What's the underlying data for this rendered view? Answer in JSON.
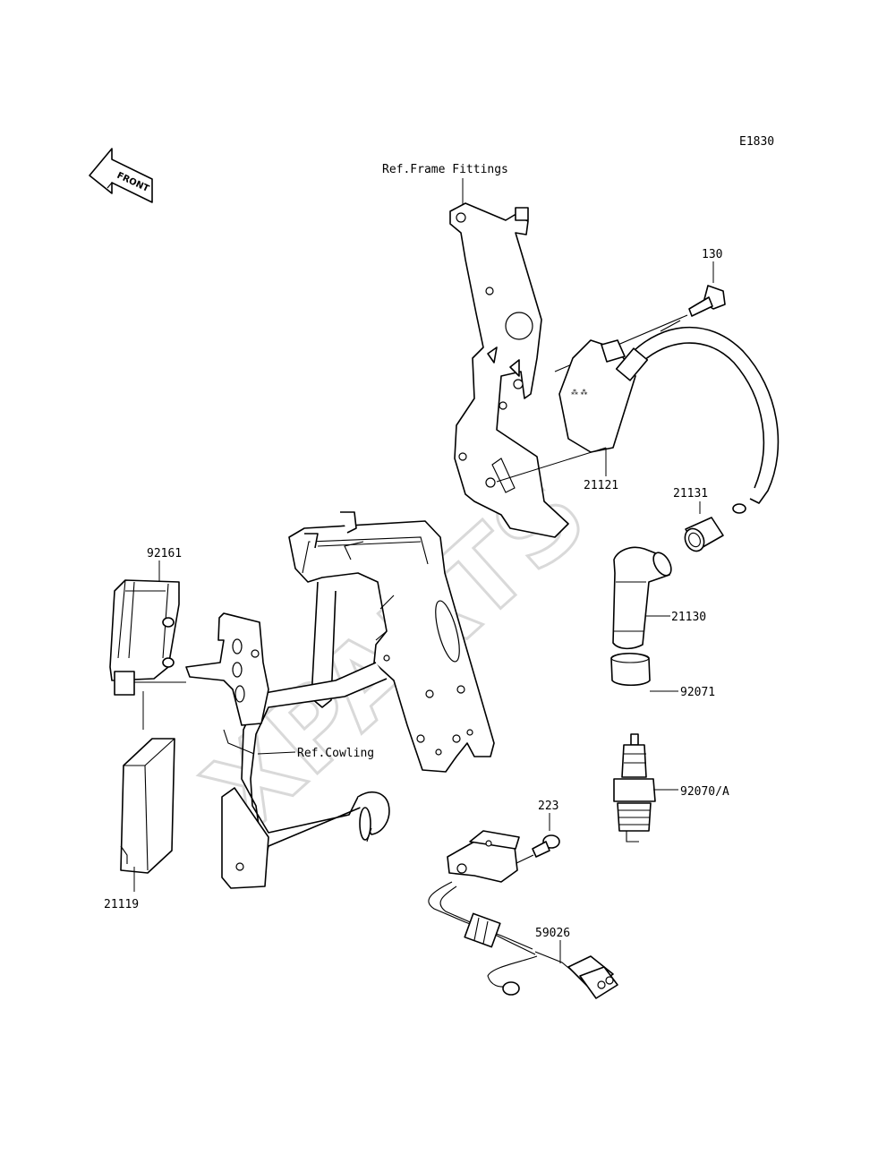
{
  "diagram": {
    "code": "E1830",
    "front_label": "FRONT",
    "watermark": "XPARTS",
    "refs": {
      "frame_fittings": "Ref.Frame Fittings",
      "cowling": "Ref.Cowling"
    },
    "parts": {
      "p130": "130",
      "p21121": "21121",
      "p21131": "21131",
      "p21130": "21130",
      "p92071": "92071",
      "p92070": "92070/A",
      "p223": "223",
      "p59026": "59026",
      "p92161": "92161",
      "p21119": "21119"
    }
  }
}
